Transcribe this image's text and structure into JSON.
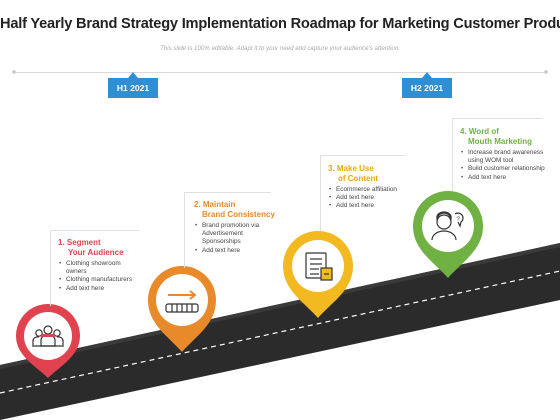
{
  "title": "Half Yearly Brand Strategy Implementation Roadmap for Marketing Customer Products",
  "subtitle": "This slide is 100% editable. Adapt it to your need and capture your audience's attention.",
  "timeline": {
    "h1": "H1 2021",
    "h2": "H2 2021"
  },
  "steps": [
    {
      "head": [
        "1. Segment",
        "Your Audience"
      ],
      "items": [
        "Clothing showroom owners",
        "Clothing manufacturers",
        "Add text here"
      ],
      "color": "#e0434f",
      "icon": "team-icon"
    },
    {
      "head": [
        "2. Maintain",
        "Brand Consistency"
      ],
      "items": [
        "Brand promotion via Advertisement Sponsorships",
        "Add text here"
      ],
      "color": "#e88a2a",
      "icon": "conveyor-icon"
    },
    {
      "head": [
        "3. Make Use",
        "of Content"
      ],
      "items": [
        "Ecommerce affiliation",
        "Add text here",
        "Add text here"
      ],
      "color": "#f2b920",
      "icon": "document-icon"
    },
    {
      "head": [
        "4. Word of",
        "Mouth Marketing"
      ],
      "items": [
        "Increase brand awareness using WOM tool",
        "Build customer relationship",
        "Add text here"
      ],
      "color": "#6fb243",
      "icon": "speaking-person-icon"
    }
  ]
}
